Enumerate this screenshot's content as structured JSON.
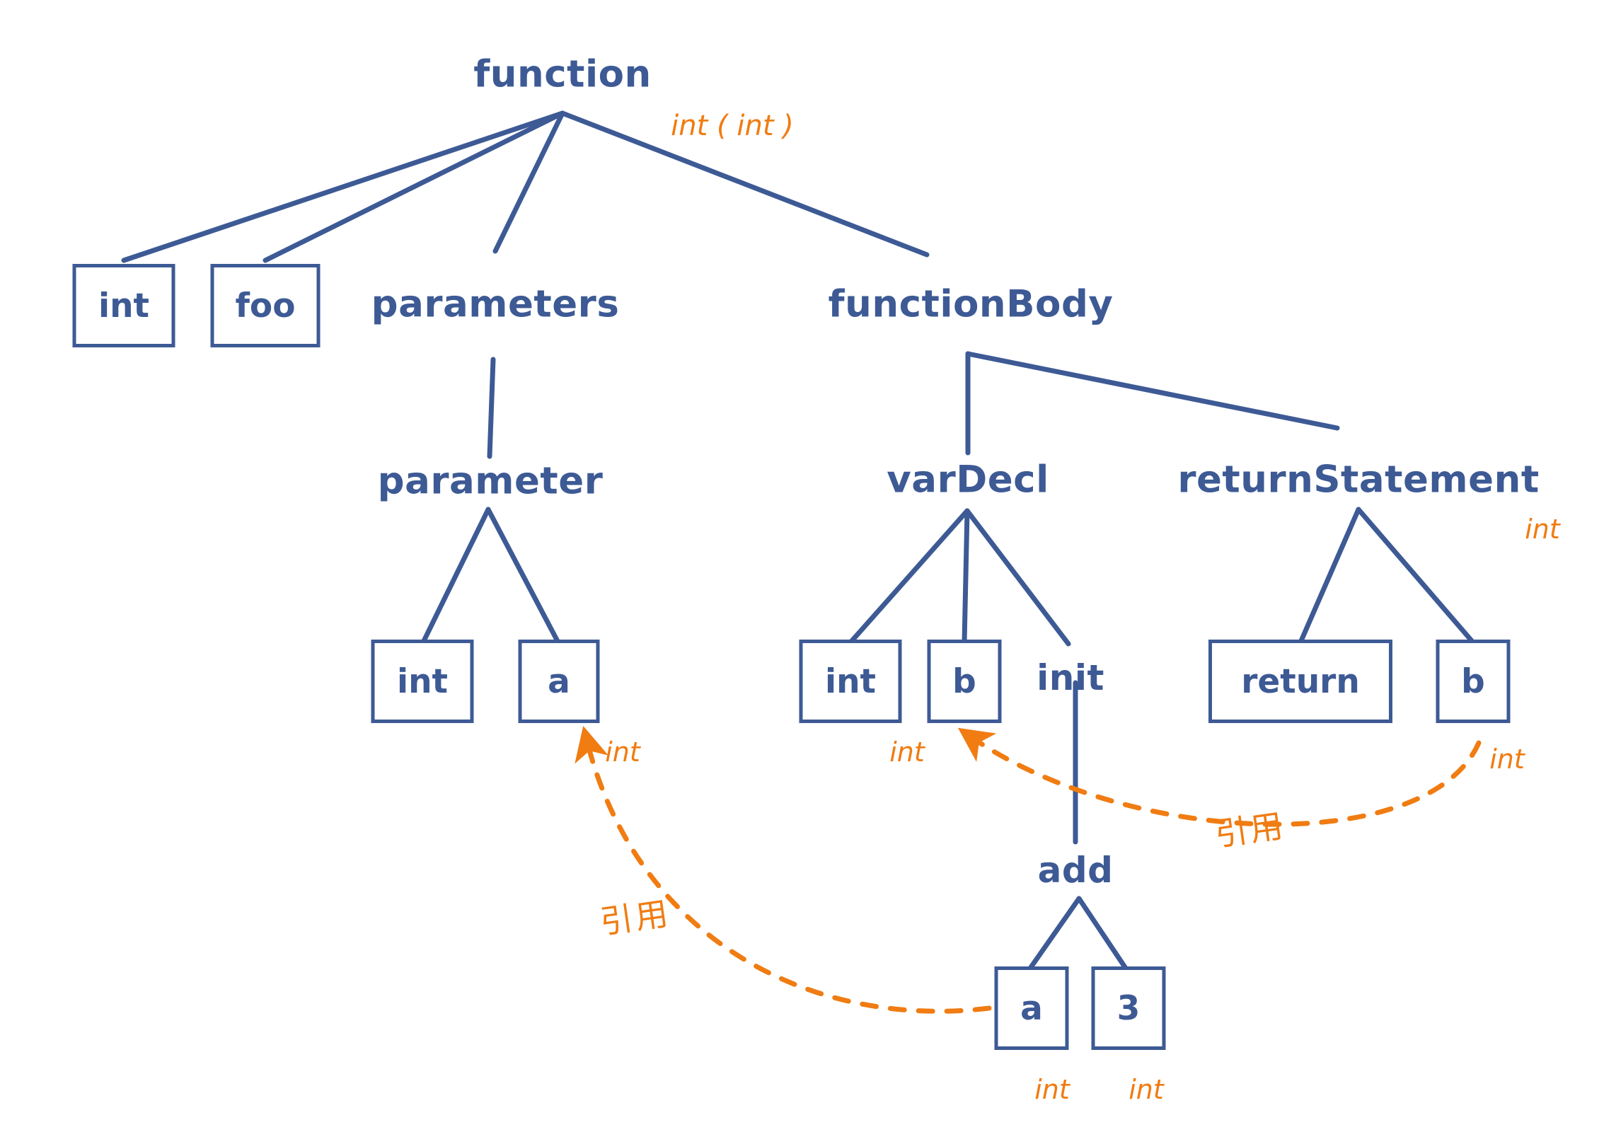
{
  "diagram": {
    "title": "function AST with type annotations",
    "colors": {
      "node": "#3d5a95",
      "annotation": "#f07c12",
      "background": "#ffffff"
    },
    "nodes": {
      "function": "function",
      "int_return": "int",
      "foo": "foo",
      "parameters": "parameters",
      "function_body": "functionBody",
      "parameter": "parameter",
      "var_decl": "varDecl",
      "return_statement": "returnStatement",
      "param_int": "int",
      "param_a": "a",
      "vardecl_int": "int",
      "vardecl_b": "b",
      "init": "init",
      "return_keyword": "return",
      "return_b": "b",
      "add": "add",
      "add_a": "a",
      "add_3": "3"
    },
    "types": {
      "function_type": "int ( int )",
      "return_statement_type": "int",
      "param_a_type": "int",
      "vardecl_b_type": "int",
      "return_b_type": "int",
      "add_a_type": "int",
      "add_3_type": "int"
    },
    "references": {
      "left_label": "引用",
      "right_label": "引用"
    }
  }
}
